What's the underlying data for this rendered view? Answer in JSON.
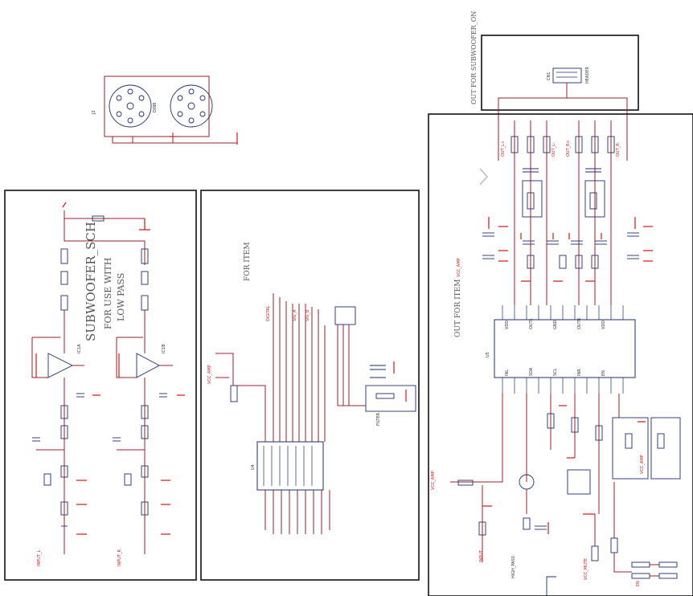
{
  "panels": {
    "subwoofer": {
      "title": "SUBWOOFER_SCH",
      "subtitle_1": "FOR USE WITH",
      "subtitle_2": "LOW PASS"
    },
    "middle": {
      "title": "FOR ITEM"
    },
    "right": {
      "title": "OUT FOR ITEM"
    },
    "top_right": {
      "title": "OUT FOR SUBWOOFER_ON"
    }
  },
  "colors": {
    "wire": "#9b1e2a",
    "ground": "#d01818",
    "component": "#1c2e6e",
    "border": "#111111"
  }
}
